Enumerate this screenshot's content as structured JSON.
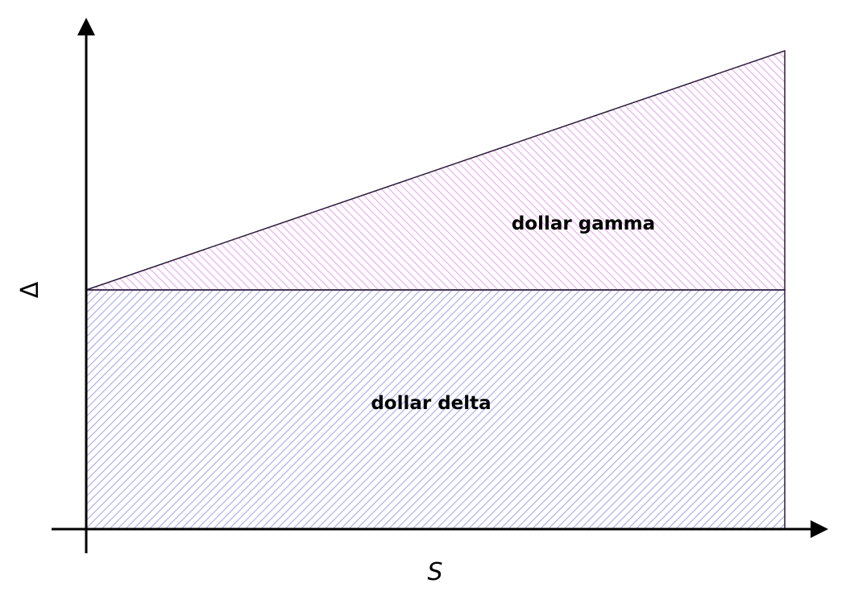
{
  "diagram": {
    "axes": {
      "x_label": "S",
      "y_label": "Δ"
    },
    "regions": {
      "upper": {
        "label": "dollar gamma",
        "hatch_color": "#e8a6ef"
      },
      "lower": {
        "label": "dollar delta",
        "hatch_color": "#a6a8ef"
      }
    },
    "outline_color": "#2a1a3a",
    "axis_color": "#000000"
  }
}
